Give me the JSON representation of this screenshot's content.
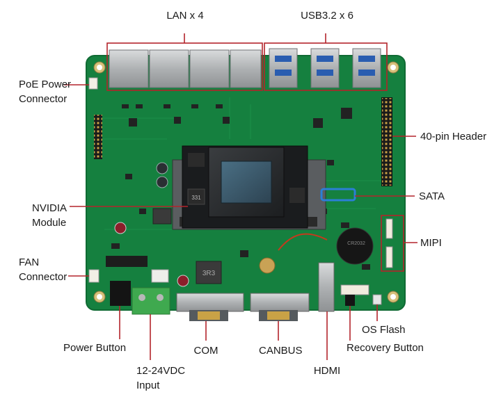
{
  "colors": {
    "pcb": "#15803f",
    "pcb_edge": "#0f6a33",
    "callout": "#b3242b",
    "metal": "#b9bcbe",
    "black": "#1b1b1b",
    "terminal": "#3fa94f"
  },
  "labels": {
    "lan": "LAN x 4",
    "usb": "USB3.2 x 6",
    "poe_1": "PoE Power",
    "poe_2": "Connector",
    "header40": "40-pin Header",
    "sata": "SATA",
    "nvidia_1": "NVIDIA",
    "nvidia_2": "Module",
    "mipi": "MIPI",
    "fan_1": "FAN",
    "fan_2": "Connector",
    "os_flash": "OS Flash",
    "power_button": "Power Button",
    "com": "COM",
    "canbus": "CANBUS",
    "recovery_button": "Recovery Button",
    "dc_1": "12-24VDC",
    "dc_2": "Input",
    "hdmi": "HDMI"
  },
  "board_markings": {
    "inductor": "3R3",
    "module_inductor": "331",
    "battery": "CR2032"
  }
}
